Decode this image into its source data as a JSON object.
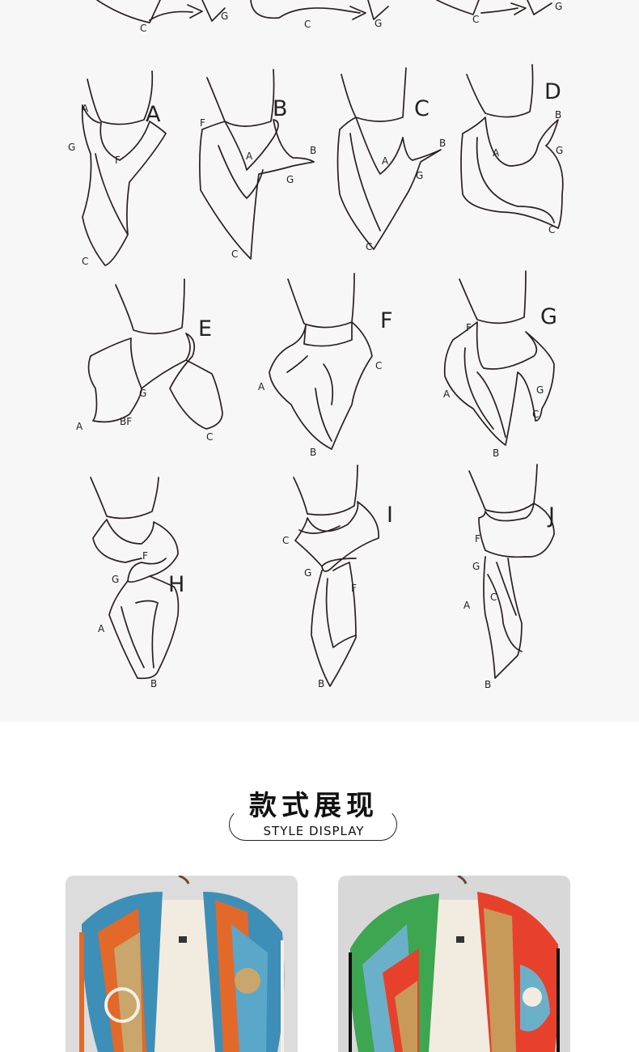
{
  "diagram": {
    "top_row_labels": [
      "C",
      "G",
      "C",
      "G",
      "C",
      "G"
    ],
    "steps": [
      {
        "letter": "A",
        "labels": [
          "A",
          "G",
          "F",
          "C"
        ]
      },
      {
        "letter": "B",
        "labels": [
          "F",
          "A",
          "B",
          "G",
          "C"
        ]
      },
      {
        "letter": "C",
        "labels": [
          "A",
          "B",
          "G",
          "C"
        ]
      },
      {
        "letter": "D",
        "labels": [
          "A",
          "B",
          "G",
          "C"
        ]
      },
      {
        "letter": "E",
        "labels": [
          "G",
          "A",
          "BF",
          "C"
        ]
      },
      {
        "letter": "F",
        "labels": [
          "A",
          "C",
          "B"
        ]
      },
      {
        "letter": "G",
        "labels": [
          "F",
          "A",
          "G",
          "C",
          "B"
        ]
      },
      {
        "letter": "H",
        "labels": [
          "F",
          "G",
          "A",
          "B"
        ]
      },
      {
        "letter": "I",
        "labels": [
          "C",
          "G",
          "F",
          "B"
        ]
      },
      {
        "letter": "J",
        "labels": [
          "F",
          "G",
          "C",
          "A",
          "B"
        ]
      }
    ]
  },
  "section": {
    "title_cn": "款式展现",
    "title_en": "STYLE DISPLAY"
  },
  "photos": [
    {
      "name": "blue-orange-scarf",
      "colors": [
        "#3d8fb8",
        "#e2692a",
        "#c9a66b",
        "#f4efe6"
      ]
    },
    {
      "name": "red-green-scarf",
      "colors": [
        "#e8412b",
        "#3ca650",
        "#6ab0c9",
        "#c89a5a"
      ]
    }
  ]
}
